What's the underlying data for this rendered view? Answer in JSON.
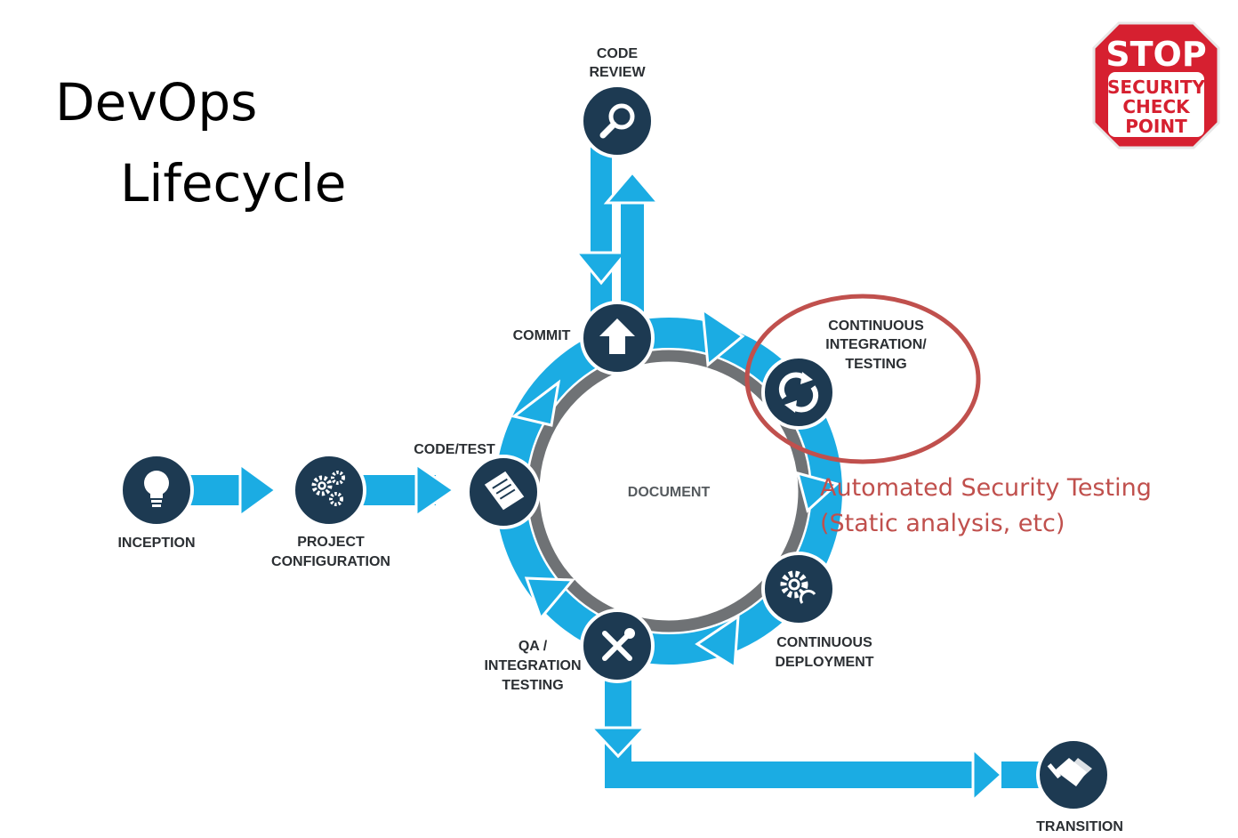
{
  "title": {
    "line1": "DevOps",
    "line2": "Lifecycle"
  },
  "center_label": "DOCUMENT",
  "nodes": {
    "inception": {
      "label": [
        "INCEPTION"
      ],
      "icon": "lightbulb-icon"
    },
    "project_configuration": {
      "label": [
        "PROJECT",
        "CONFIGURATION"
      ],
      "icon": "gears-icon"
    },
    "code_test": {
      "label": [
        "CODE/TEST"
      ],
      "icon": "scroll-icon"
    },
    "commit": {
      "label": [
        "COMMIT"
      ],
      "icon": "up-arrow-icon"
    },
    "code_review": {
      "label": [
        "CODE",
        "REVIEW"
      ],
      "icon": "magnifier-icon"
    },
    "continuous_integration": {
      "label": [
        "CONTINUOUS",
        "INTEGRATION/",
        "TESTING"
      ],
      "icon": "sync-icon"
    },
    "continuous_deployment": {
      "label": [
        "CONTINUOUS",
        "DEPLOYMENT"
      ],
      "icon": "gear-refresh-icon"
    },
    "qa_integration": {
      "label": [
        "QA /",
        "INTEGRATION",
        "TESTING"
      ],
      "icon": "tools-icon"
    },
    "transition": {
      "label": [
        "TRANSITION"
      ],
      "icon": "handshake-icon"
    }
  },
  "annotation": {
    "line1": "Automated Security Testing",
    "line2": "(Static analysis, etc)"
  },
  "stop_sign": {
    "line1": "STOP",
    "line2": "SECURITY",
    "line3": "CHECK",
    "line4": "POINT"
  },
  "colors": {
    "flow_blue": "#1bace3",
    "node_navy": "#1d3a52",
    "ring_gray": "#6f7275",
    "highlight_red": "#c0504d",
    "stop_red": "#d62030"
  }
}
